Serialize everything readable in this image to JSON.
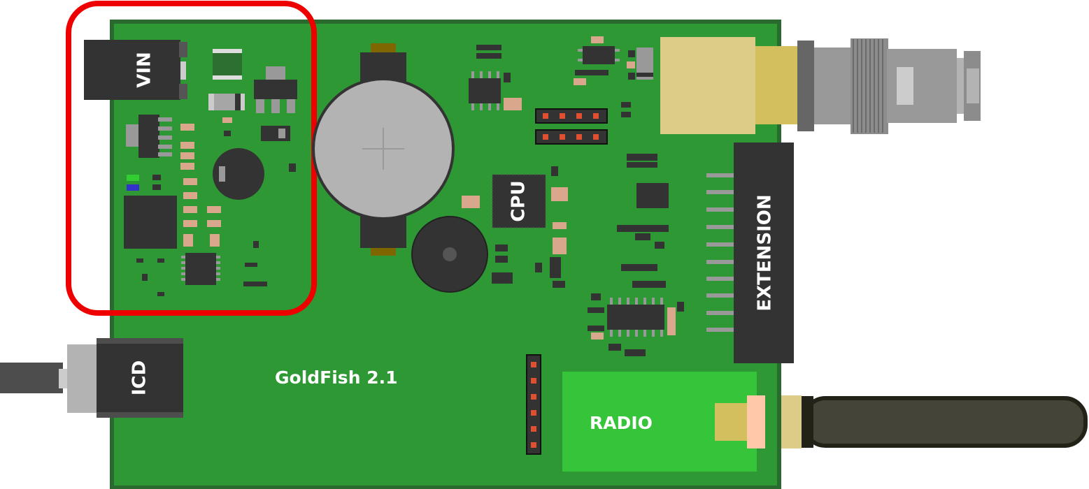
{
  "board": {
    "title": "GoldFish 2.1",
    "pcb_color": "#2e9934",
    "pcb_edge_color": "#2a6a2e",
    "highlight_color": "#ee0000"
  },
  "labels": {
    "vin": "VIN",
    "icd": "ICD",
    "cpu": "CPU",
    "extension": "EXTENSION",
    "radio": "RADIO"
  },
  "colors": {
    "radio_module": "#36c43a",
    "chip": "#333333",
    "battery_metal": "#b3b3b3",
    "sma_gold": "#d4bf5f",
    "antenna": "#444438"
  }
}
